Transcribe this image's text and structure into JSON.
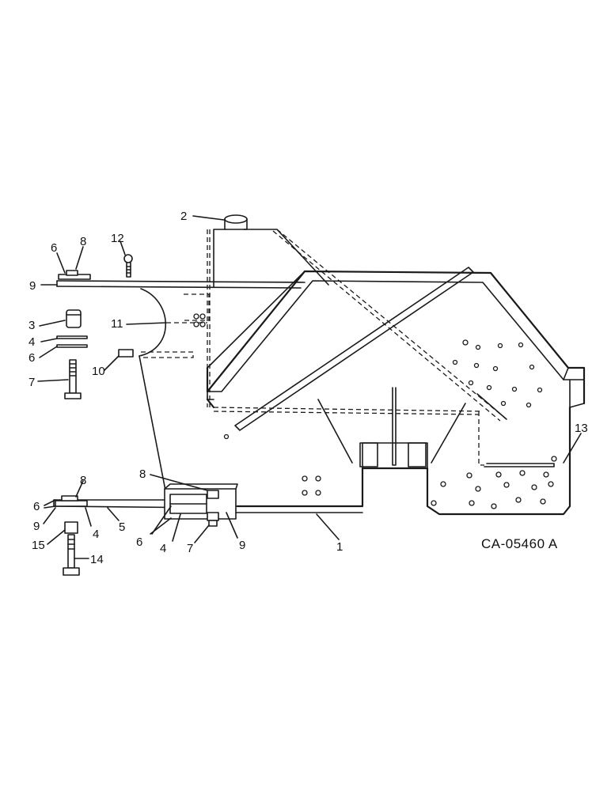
{
  "diagram": {
    "drawing_code": "CA-05460 A",
    "callouts": {
      "c1": "1",
      "c2": "2",
      "c3": "3",
      "c4a": "4",
      "c4b": "4",
      "c4c": "4",
      "c5": "5",
      "c6a": "6",
      "c6b": "6",
      "c6c": "6",
      "c6d": "6",
      "c7a": "7",
      "c7b": "7",
      "c8a": "8",
      "c8b": "8",
      "c8c": "8",
      "c9a": "9",
      "c9b": "9",
      "c9c": "9",
      "c10": "10",
      "c11": "11",
      "c12": "12",
      "c13": "13",
      "c14": "14",
      "c15": "15"
    }
  }
}
